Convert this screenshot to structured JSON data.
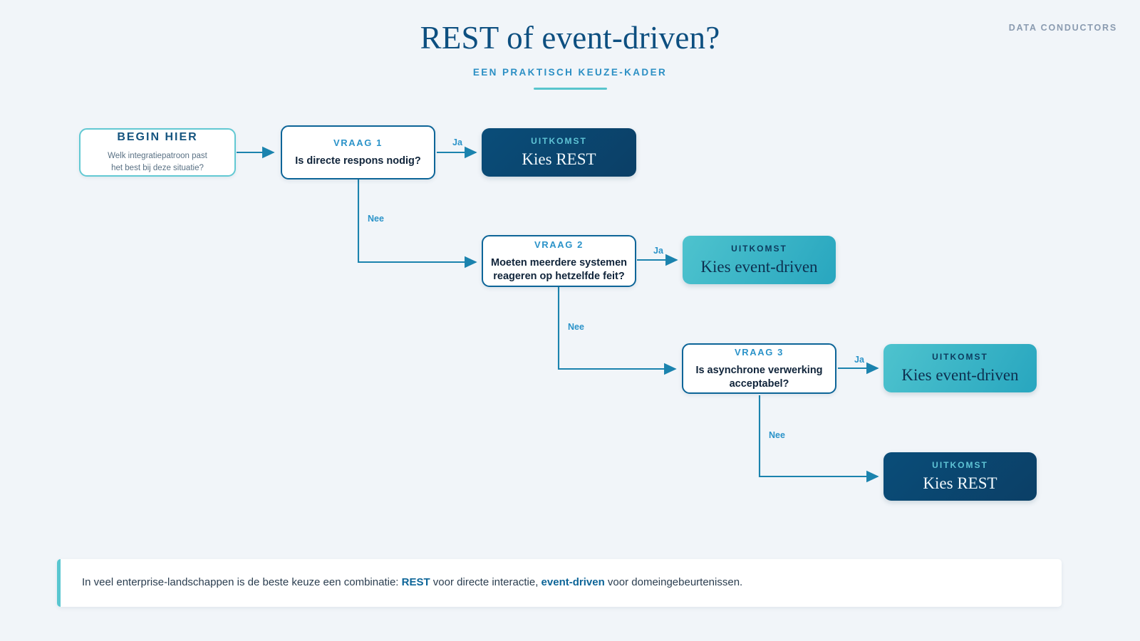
{
  "brand": "DATA CONDUCTORS",
  "header": {
    "title": "REST of event-driven?",
    "subtitle": "EEN PRAKTISCH KEUZE-KADER"
  },
  "colors": {
    "background": "#f1f5f9",
    "title": "#0d4f80",
    "accent_teal": "#58c5cd",
    "accent_blue": "#2b93c9",
    "edge": "#1b83ae",
    "rest_box": "#0a4d79",
    "event_box": "#3ab4c6"
  },
  "flow": {
    "start": {
      "title": "BEGIN HIER",
      "subtitle_line1": "Welk integratiepatroon past",
      "subtitle_line2": "het best bij deze situatie?"
    },
    "questions": [
      {
        "kicker": "VRAAG 1",
        "text_line1": "Is directe respons nodig?",
        "text_line2": ""
      },
      {
        "kicker": "VRAAG 2",
        "text_line1": "Moeten meerdere systemen",
        "text_line2": "reageren op hetzelfde feit?"
      },
      {
        "kicker": "VRAAG 3",
        "text_line1": "Is asynchrone verwerking",
        "text_line2": "acceptabel?"
      }
    ],
    "outcomes": [
      {
        "kicker": "UITKOMST",
        "text": "Kies REST",
        "type": "rest"
      },
      {
        "kicker": "UITKOMST",
        "text": "Kies event-driven",
        "type": "event"
      },
      {
        "kicker": "UITKOMST",
        "text": "Kies event-driven",
        "type": "event"
      },
      {
        "kicker": "UITKOMST",
        "text": "Kies REST",
        "type": "rest"
      }
    ],
    "edge_labels": {
      "q1_yes": "Ja",
      "q1_no": "Nee",
      "q2_yes": "Ja",
      "q2_no": "Nee",
      "q3_yes": "Ja",
      "q3_no": "Nee"
    }
  },
  "footer": {
    "text_before": "In veel enterprise-landschappen is de beste keuze een combinatie: ",
    "bold1": "REST",
    "text_middle": " voor directe interactie, ",
    "bold2": "event-driven",
    "text_after": " voor domeingebeurtenissen."
  }
}
